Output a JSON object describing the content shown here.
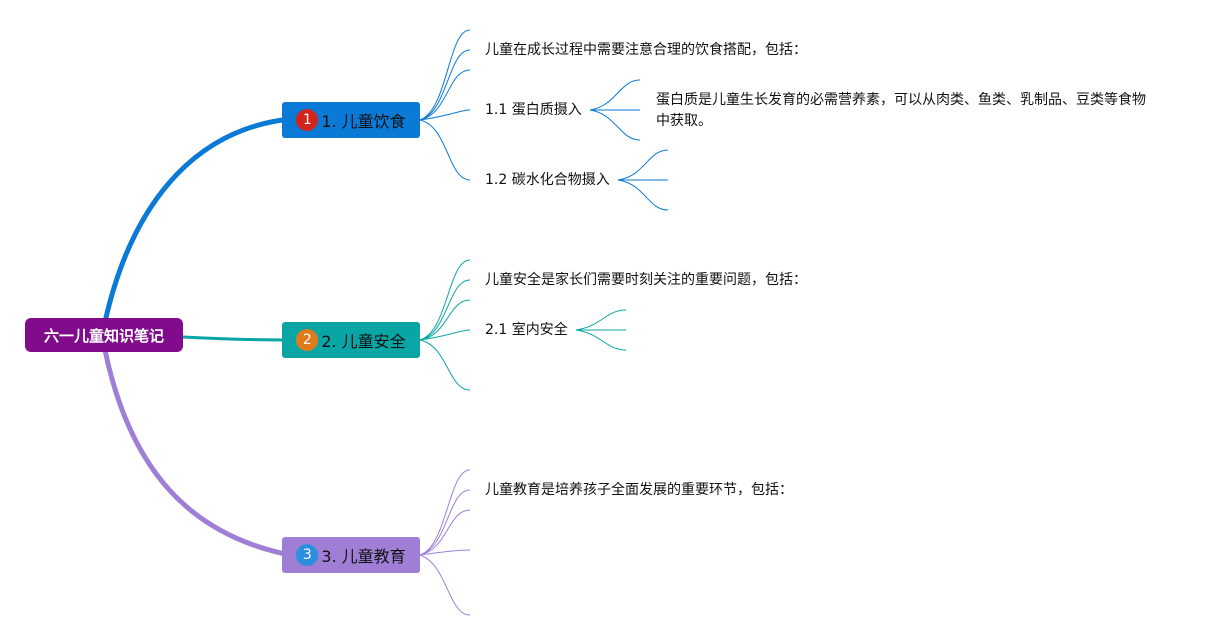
{
  "root": {
    "label": "六一儿童知识笔记"
  },
  "branches": [
    {
      "number": "1",
      "label": "1. 儿童饮食",
      "color": "#0a7ad6",
      "badge_color": "#d0241c",
      "intro": "儿童在成长过程中需要注意合理的饮食搭配，包括：",
      "subtopics": [
        {
          "label": "1.1 蛋白质摄入",
          "detail": "蛋白质是儿童生长发育的必需营养素，可以从肉类、鱼类、乳制品、豆类等食物中获取。"
        },
        {
          "label": "1.2 碳水化合物摄入"
        }
      ]
    },
    {
      "number": "2",
      "label": "2. 儿童安全",
      "color": "#0aa6a6",
      "badge_color": "#e07b1c",
      "intro": "儿童安全是家长们需要时刻关注的重要问题，包括：",
      "subtopics": [
        {
          "label": "2.1 室内安全"
        }
      ]
    },
    {
      "number": "3",
      "label": "3. 儿童教育",
      "color": "#9f7fd6",
      "badge_color": "#2b8fe0",
      "intro": "儿童教育是培养孩子全面发展的重要环节，包括：",
      "subtopics": []
    }
  ]
}
